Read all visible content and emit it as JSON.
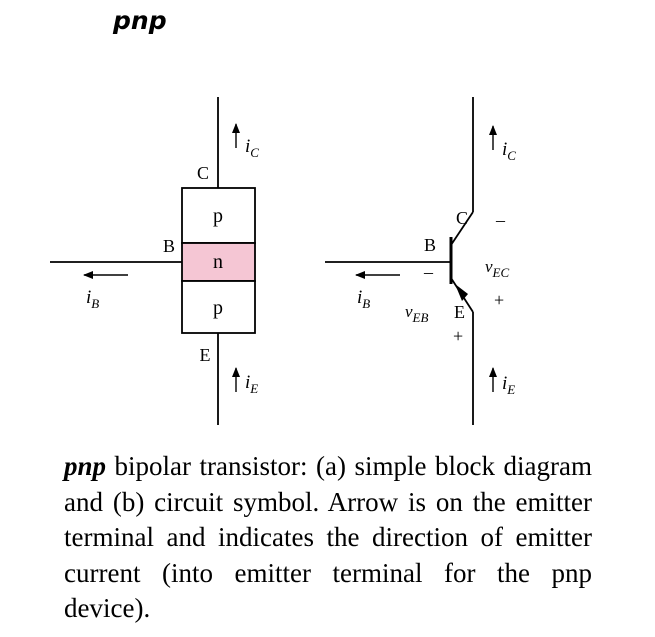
{
  "heading": "pnp",
  "block_diagram": {
    "terminal_c": "C",
    "terminal_b": "B",
    "terminal_e": "E",
    "region_top": "p",
    "region_mid": "n",
    "region_bottom": "p",
    "current_c": "iC",
    "current_b": "iB",
    "current_e": "iE",
    "n_region_color": "#f5c6d4"
  },
  "symbol": {
    "terminal_c": "C",
    "terminal_b": "B",
    "terminal_e": "E",
    "current_c": "iC",
    "current_b": "iB",
    "current_e": "iE",
    "v_ec": "vEC",
    "v_eb": "vEB",
    "minus": "–",
    "plus": "+"
  },
  "caption": {
    "lead": "pnp",
    "text": " bipolar transistor: (a) simple block diagram and (b) circuit symbol. Arrow is on the emitter terminal and indicates the direction of emitter current (into emitter terminal for the pnp device)."
  }
}
